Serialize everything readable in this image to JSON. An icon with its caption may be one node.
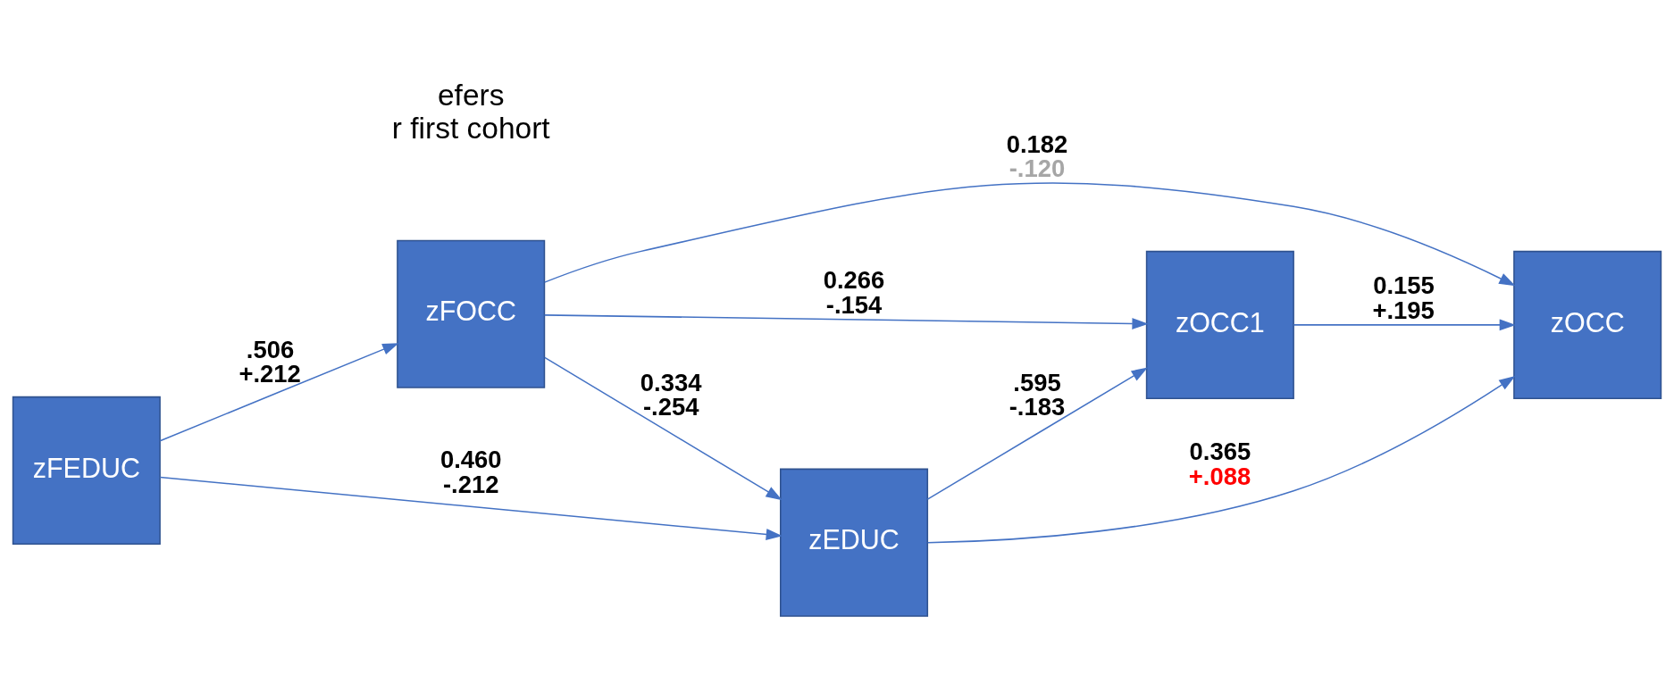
{
  "diagram": {
    "nodes": [
      {
        "text": [
          "zEDUC"
        ]
      },
      {
        "text": [
          "zFEDUC"
        ]
      },
      {
        "text": [
          "zOCC"
        ]
      },
      {
        "text": [
          "zFOCC"
        ]
      },
      {
        "text": [
          "zOCC1"
        ]
      }
    ],
    "edges": [
      {
        "from": 1,
        "to": 0,
        "arrow": "to",
        "label": "0.460 -.212"
      },
      {
        "from": 1,
        "to": 3,
        "arrow": "to",
        "label": ".506 +.212"
      },
      {
        "from": 3,
        "to": 0,
        "arrow": "to",
        "label": "0.334 -.254"
      },
      {
        "from": 0,
        "to": 2,
        "arrow": "to",
        "label": "0.365 +.088"
      },
      {
        "from": 0,
        "to": 4,
        "arrow": "to",
        "label": ".595 -.183"
      },
      {
        "from": 3,
        "to": 2,
        "arrow": "to",
        "label": "0.182 -.120"
      },
      {
        "from": 3,
        "to": 4,
        "arrow": "to",
        "label": "0.266 -.154"
      },
      {
        "from": 4,
        "to": 2,
        "arrow": "to",
        "label": "0.155 +.195"
      }
    ],
    "labels": [
      "efers",
      "r first cohort"
    ]
  }
}
